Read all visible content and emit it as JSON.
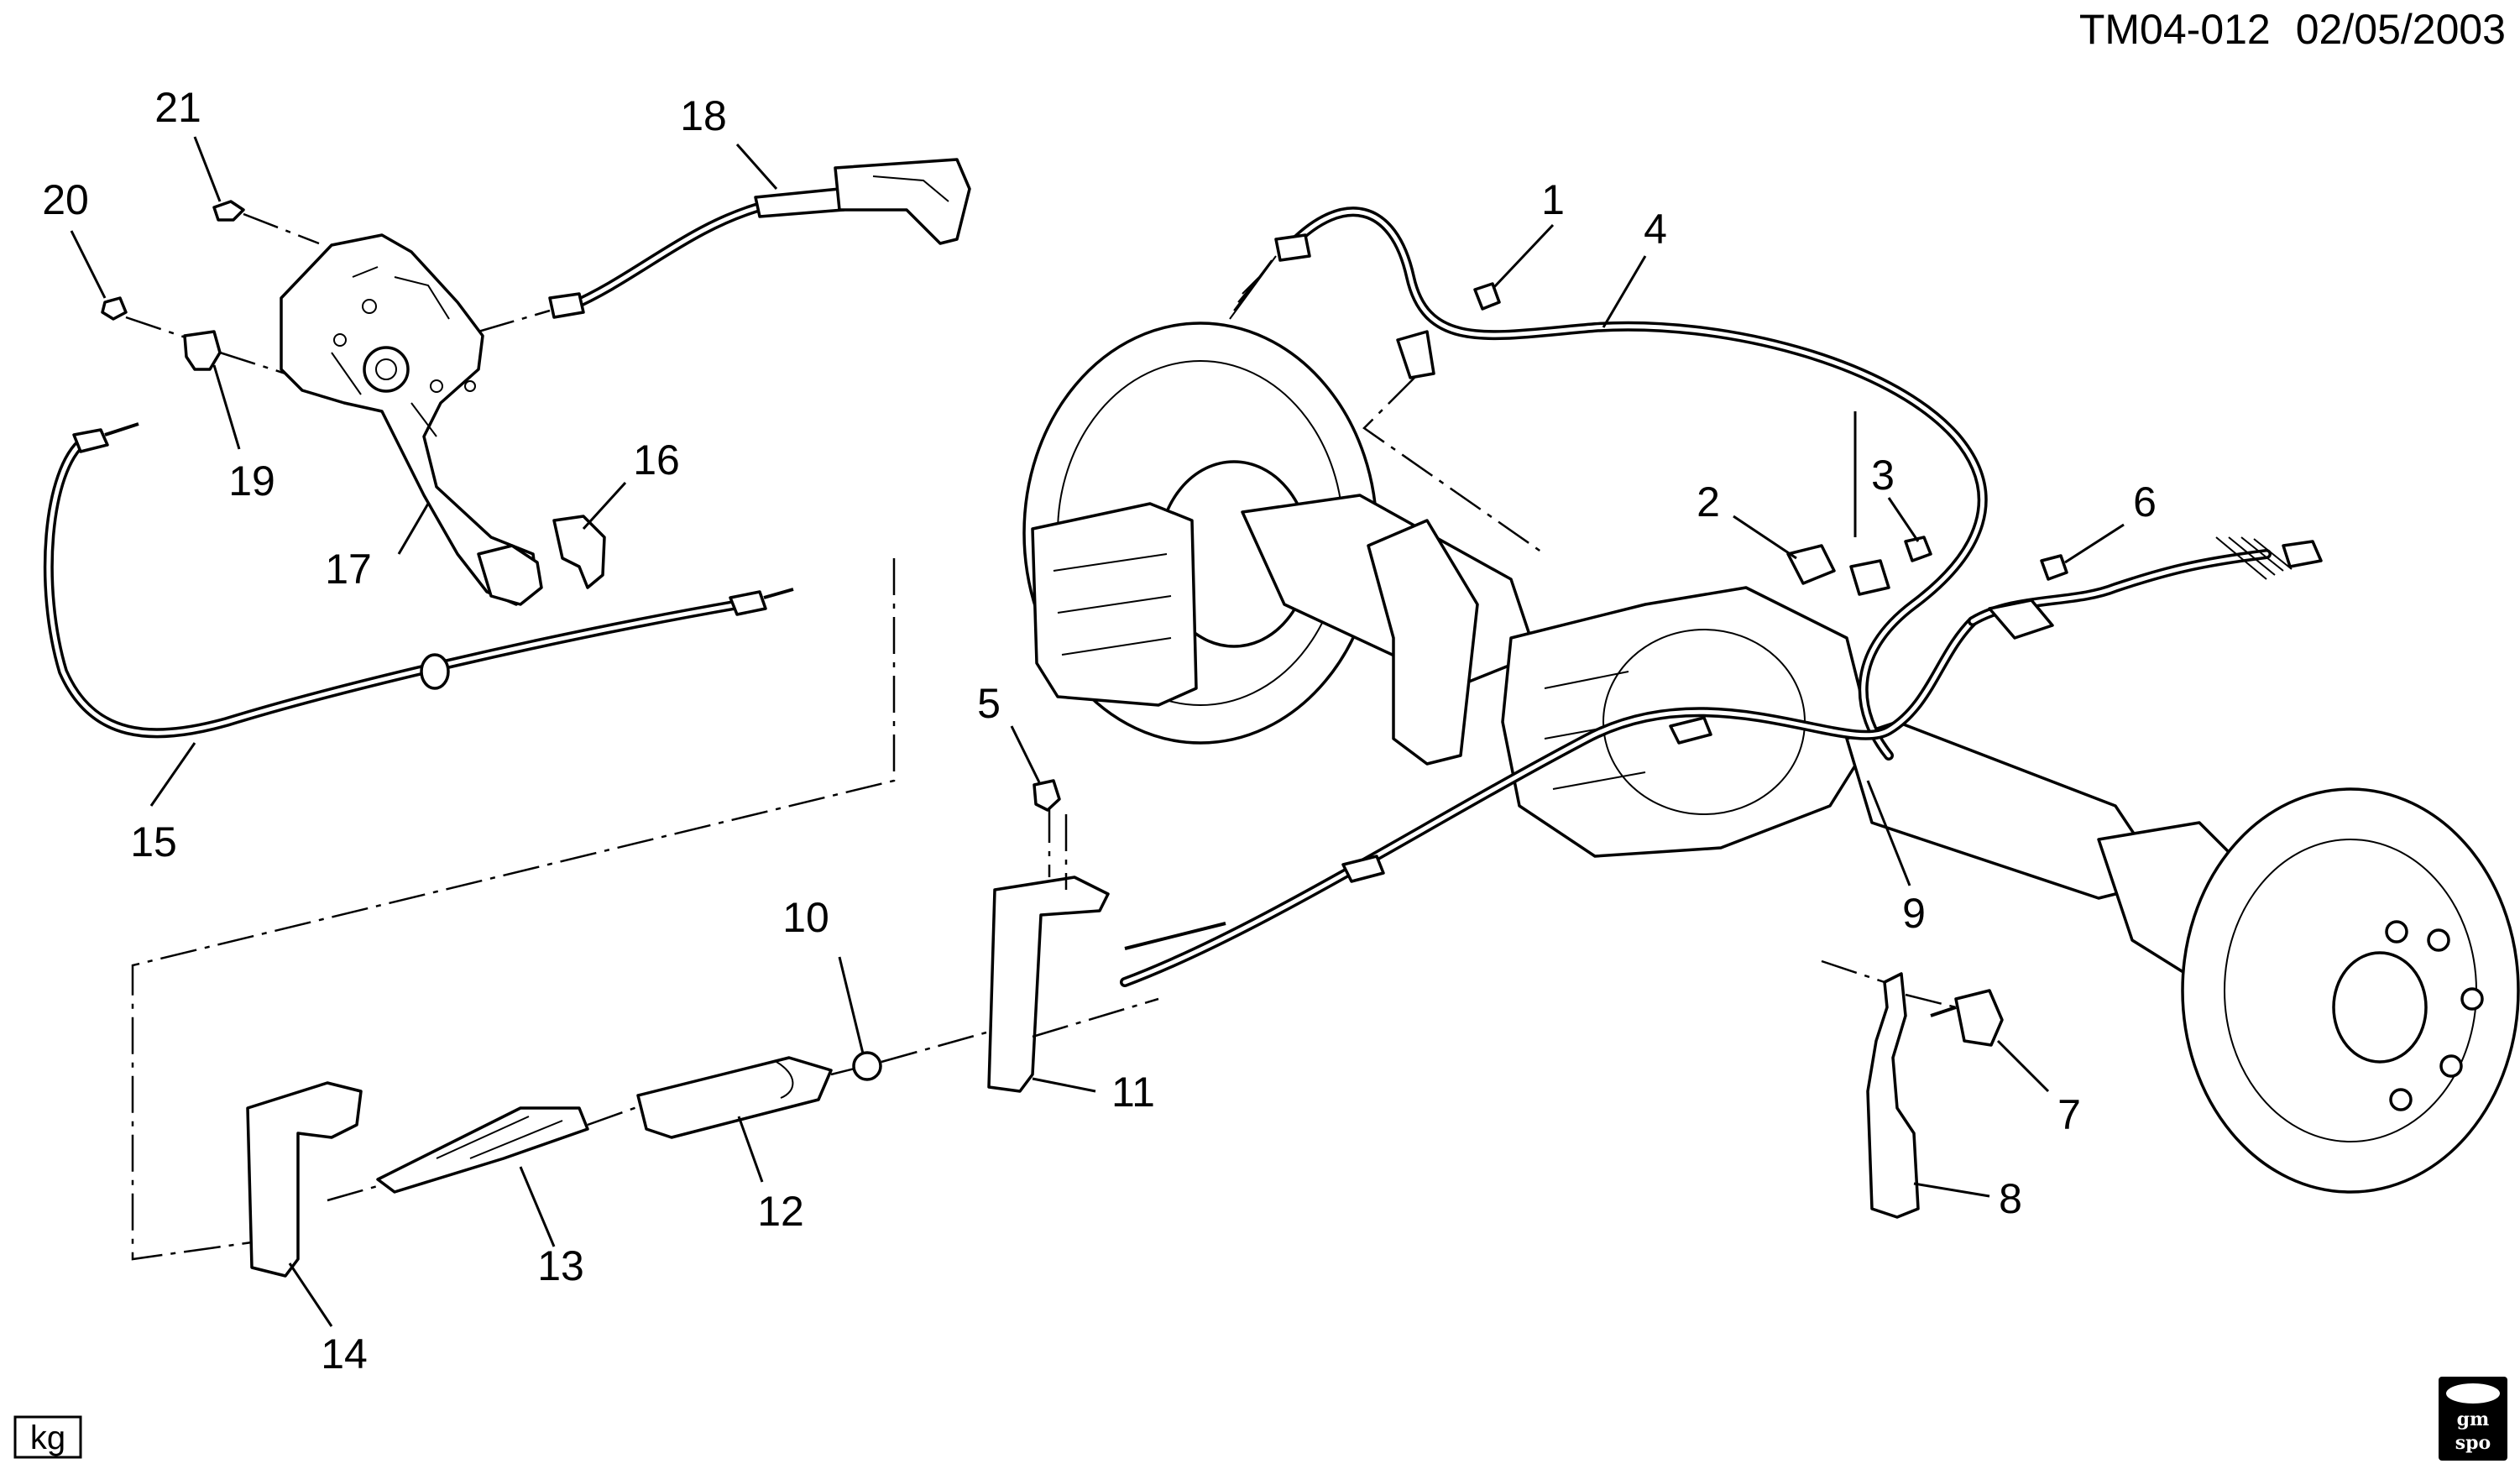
{
  "diagram_id": "TM04-012",
  "diagram_date": "02/05/2003",
  "corner_badge": "kg",
  "logo": {
    "line1": "gm",
    "line2": "spo"
  },
  "callouts": [
    "1",
    "2",
    "3",
    "4",
    "5",
    "6",
    "7",
    "8",
    "9",
    "10",
    "11",
    "12",
    "13",
    "14",
    "15",
    "16",
    "17",
    "18",
    "19",
    "20",
    "21"
  ]
}
